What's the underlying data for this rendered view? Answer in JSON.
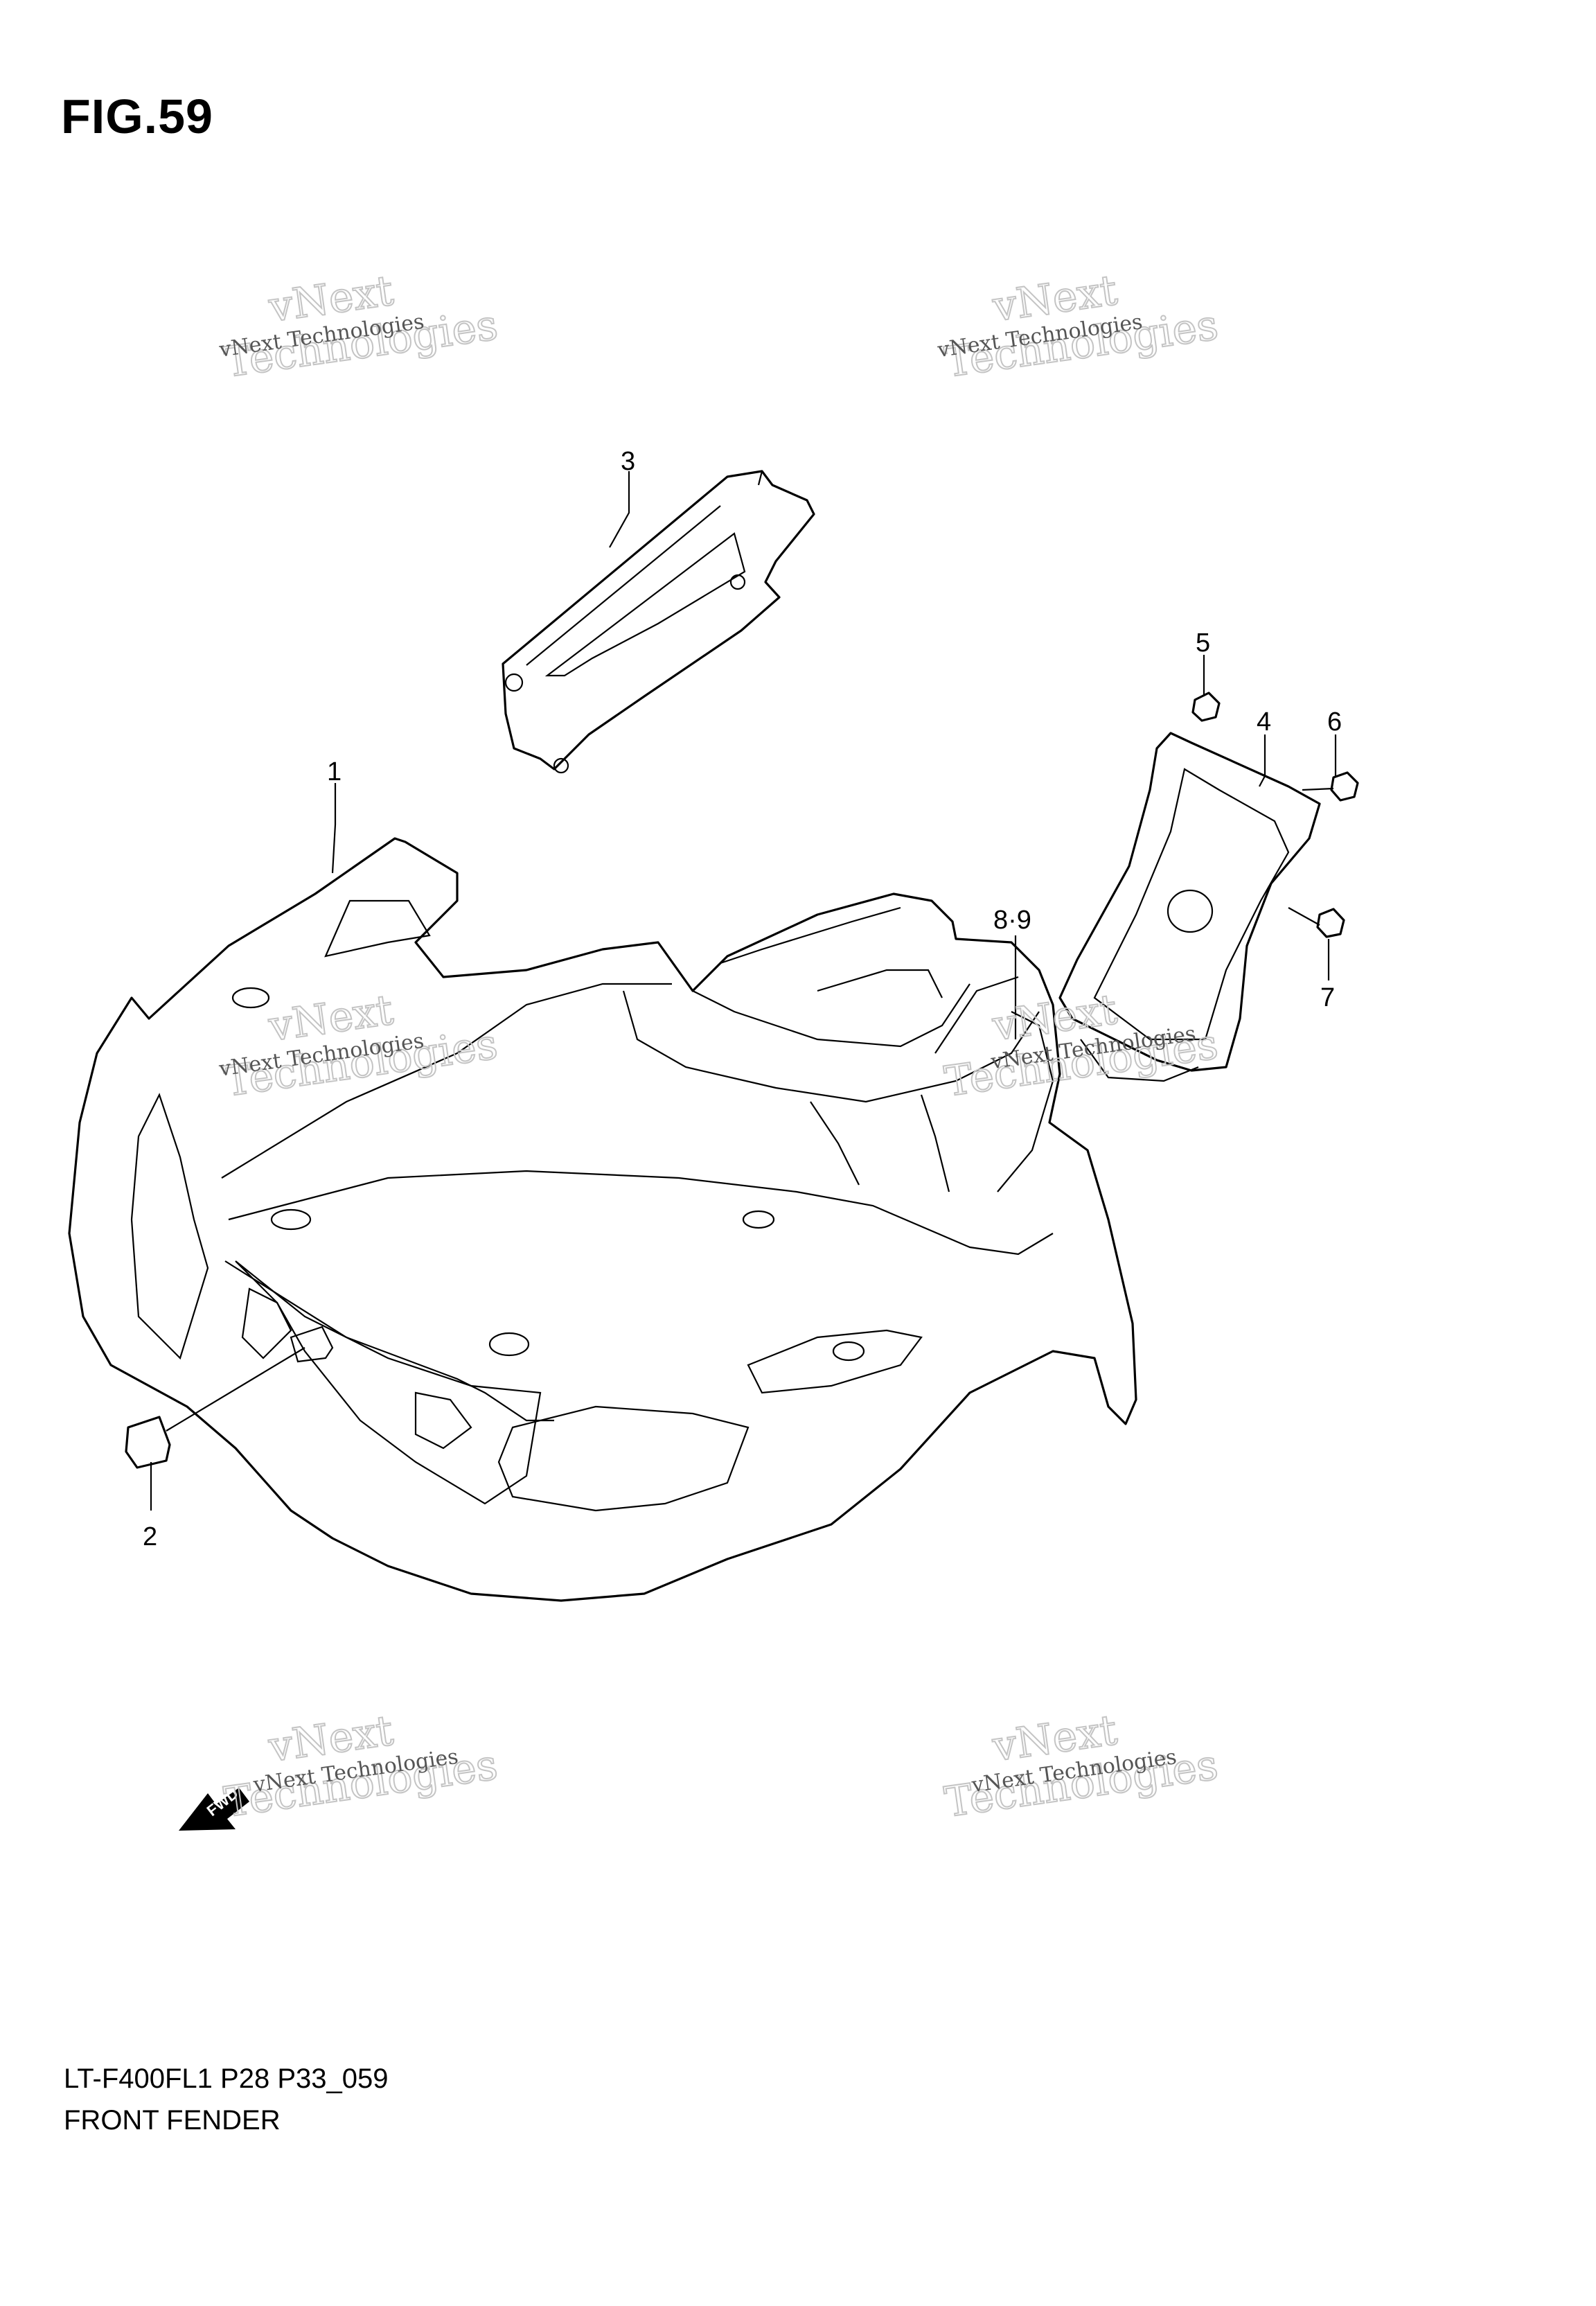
{
  "figure": {
    "title": "FIG.59",
    "model_code": "LT-F400FL1 P28 P33_059",
    "caption": "FRONT FENDER"
  },
  "callouts": [
    {
      "id": "c1",
      "label": "1"
    },
    {
      "id": "c2",
      "label": "2"
    },
    {
      "id": "c3",
      "label": "3"
    },
    {
      "id": "c4",
      "label": "4"
    },
    {
      "id": "c5",
      "label": "5"
    },
    {
      "id": "c6",
      "label": "6"
    },
    {
      "id": "c7",
      "label": "7"
    },
    {
      "id": "c89",
      "label": "8·9"
    }
  ],
  "badge": {
    "text": "FWD"
  },
  "watermark": {
    "line1": "vNext Technologies",
    "big_line1": "vNext",
    "big_line2": "Technologies"
  }
}
